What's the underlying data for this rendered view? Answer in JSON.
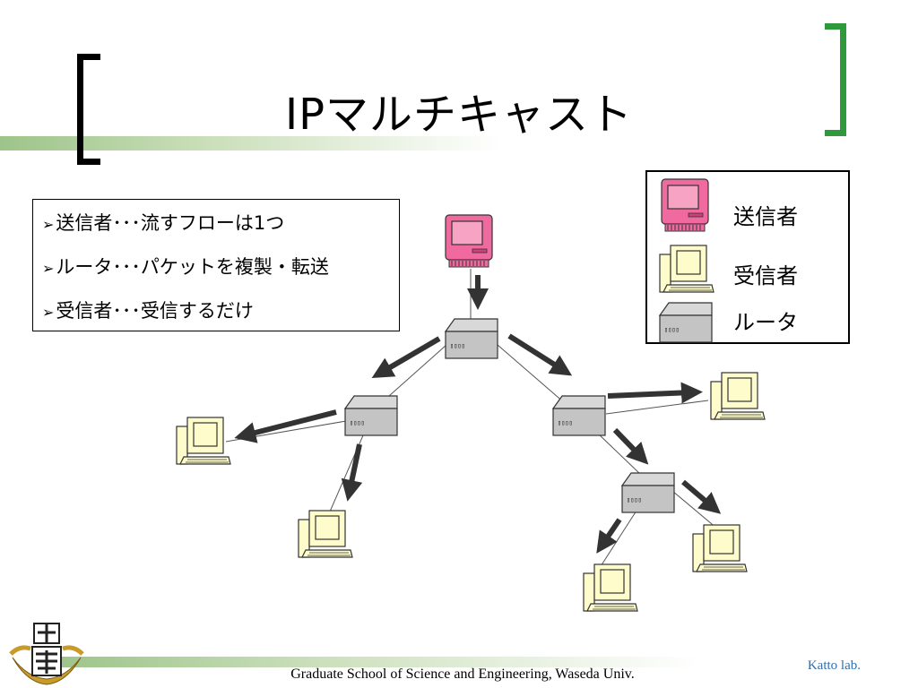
{
  "slide": {
    "title": "IPマルチキャスト",
    "bullets": [
      "送信者･･･流すフローは1つ",
      "ルータ･･･パケットを複製・転送",
      "受信者･･･受信するだけ"
    ],
    "bullet_marker": "➢",
    "legend": {
      "sender": "送信者",
      "receiver": "受信者",
      "router": "ルータ"
    },
    "router_ports_label": "▯▯▯▯",
    "footer": "Graduate School of Science and Engineering, Waseda Univ.",
    "lab": "Katto lab."
  },
  "colors": {
    "sender_pink": "#f06aa0",
    "router_gray": "#c8c8c8",
    "receiver_screen": "#fffccc",
    "accent_green": "#2e9a3c",
    "lab_blue": "#2f6fb0"
  }
}
